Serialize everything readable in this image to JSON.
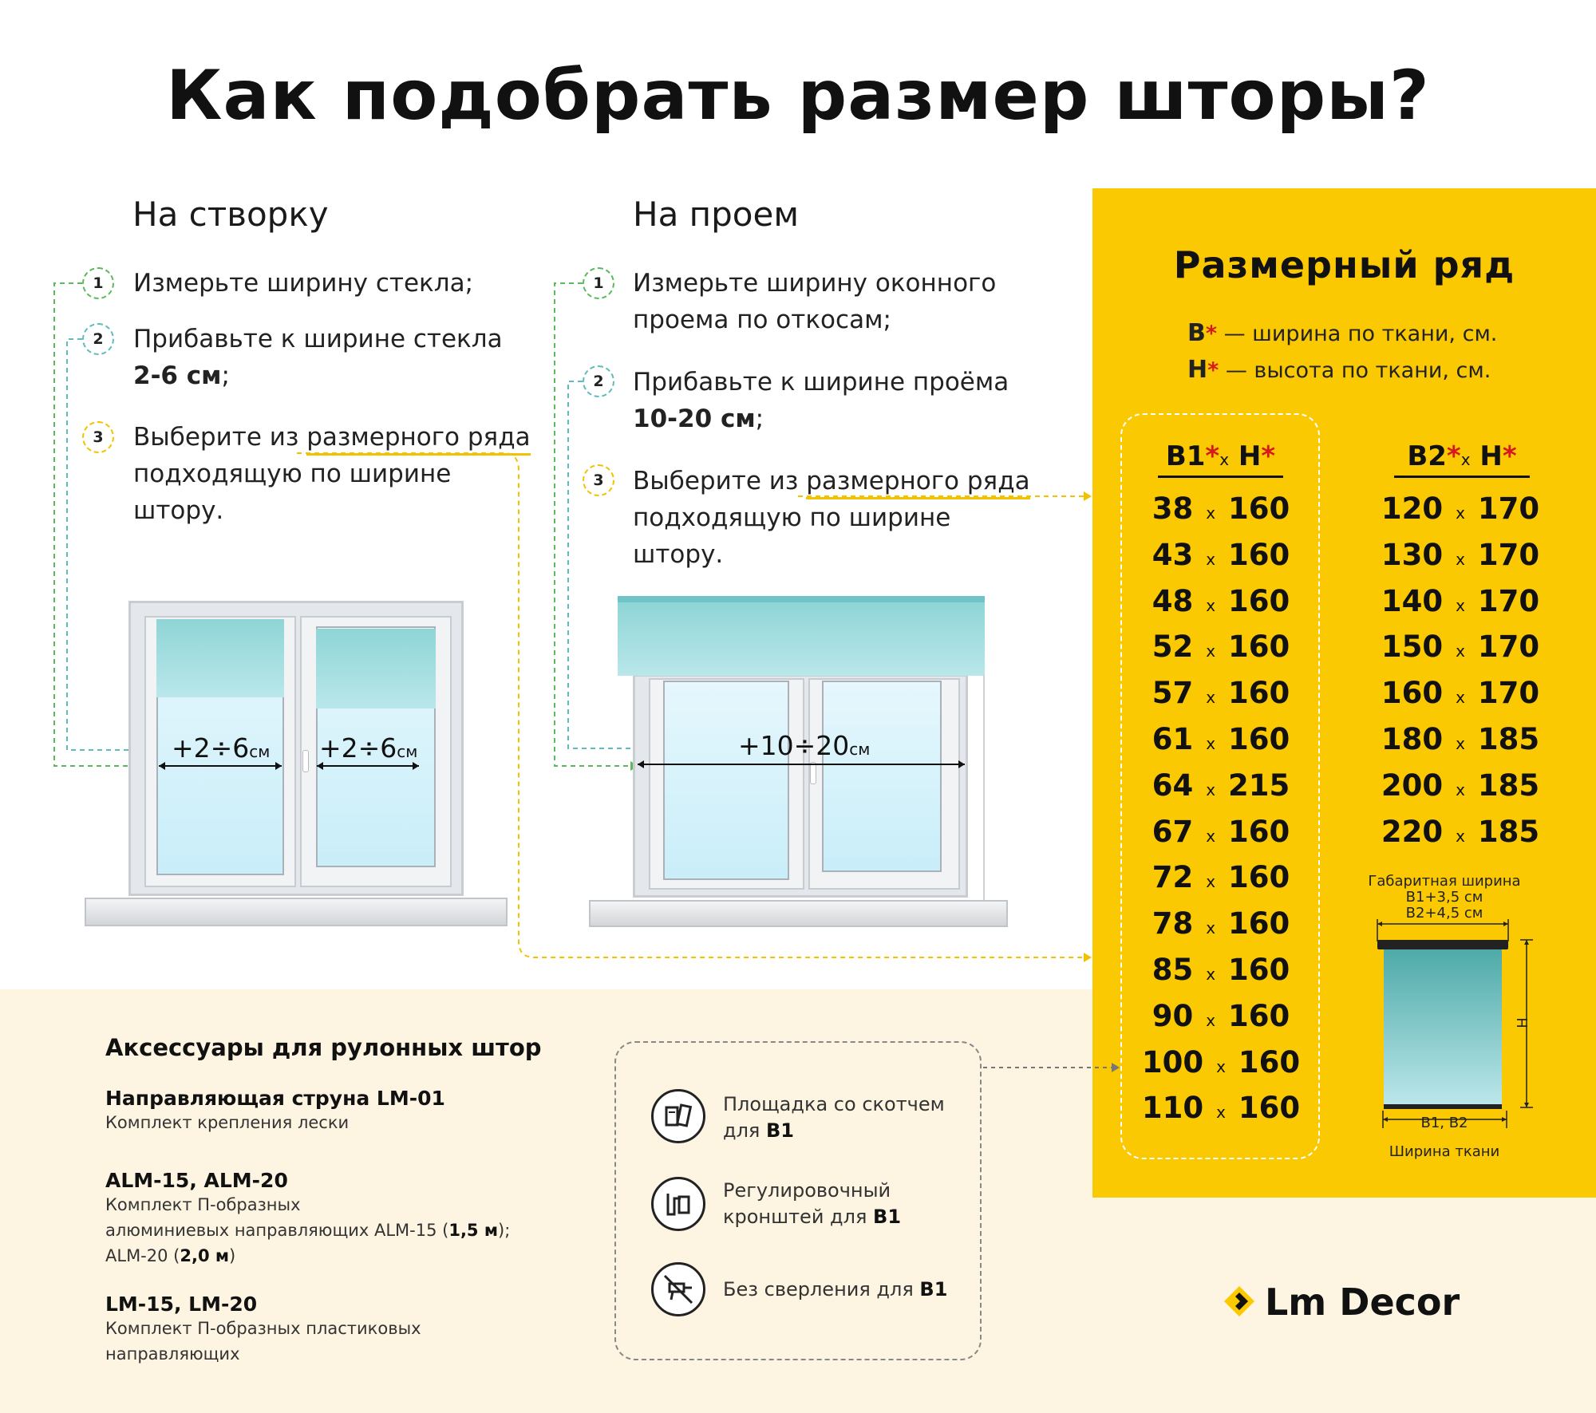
{
  "title": "Как подобрать размер шторы?",
  "sash": {
    "title": "На створку",
    "steps": [
      {
        "num": "1",
        "text": "Измерьте ширину стекла;"
      },
      {
        "num": "2",
        "text_line1": "Прибавьте к ширине стекла",
        "bold": "2-6 см",
        "tail": ";"
      },
      {
        "num": "3",
        "text_line1_a": "Выберите из ",
        "text_line1_b": "размерного ряда",
        "text_line2": "подходящую по ширине",
        "text_line3": "штору."
      }
    ],
    "measure_left": "+2÷6",
    "measure_right": "+2÷6",
    "unit": "см"
  },
  "opening": {
    "title": "На проем",
    "steps": [
      {
        "num": "1",
        "text_line1": "Измерьте ширину оконного",
        "text_line2": "проема по откосам;"
      },
      {
        "num": "2",
        "text_line1": "Прибавьте к ширине проёма",
        "bold": "10-20 см",
        "tail": ";"
      },
      {
        "num": "3",
        "text_line1_a": "Выберите из ",
        "text_line1_b": "размерного ряда",
        "text_line2": "подходящую по ширине",
        "text_line3": "штору."
      }
    ],
    "measure": "+10÷20",
    "unit": "см"
  },
  "size_chart": {
    "title": "Размерный ряд",
    "legend_b_letter": "В",
    "legend_b_text": "— ширина по ткани, см.",
    "legend_h_letter": "Н",
    "legend_h_text": "— высота по ткани, см.",
    "star": "*",
    "x_sign": "x",
    "col1_head_a": "B1",
    "col1_head_b": "H",
    "col2_head_a": "B2",
    "col2_head_b": "H",
    "col1": [
      {
        "w": "38",
        "h": "160"
      },
      {
        "w": "43",
        "h": "160"
      },
      {
        "w": "48",
        "h": "160"
      },
      {
        "w": "52",
        "h": "160"
      },
      {
        "w": "57",
        "h": "160"
      },
      {
        "w": "61",
        "h": "160"
      },
      {
        "w": "64",
        "h": "215"
      },
      {
        "w": "67",
        "h": "160"
      },
      {
        "w": "72",
        "h": "160"
      },
      {
        "w": "78",
        "h": "160"
      },
      {
        "w": "85",
        "h": "160"
      },
      {
        "w": "90",
        "h": "160"
      },
      {
        "w": "100",
        "h": "160"
      },
      {
        "w": "110",
        "h": "160"
      }
    ],
    "col2": [
      {
        "w": "120",
        "h": "170"
      },
      {
        "w": "130",
        "h": "170"
      },
      {
        "w": "140",
        "h": "170"
      },
      {
        "w": "150",
        "h": "170"
      },
      {
        "w": "160",
        "h": "170"
      },
      {
        "w": "180",
        "h": "185"
      },
      {
        "w": "200",
        "h": "185"
      },
      {
        "w": "220",
        "h": "185"
      }
    ],
    "diagram": {
      "label_overall": "Габаритная ширина",
      "label_b1": "В1+3,5 см",
      "label_b2": "В2+4,5 см",
      "label_h": "Н",
      "label_bottom": "В1, В2",
      "label_fabric": "Ширина ткани"
    }
  },
  "accessories": {
    "title": "Аксессуары для рулонных штор",
    "items": [
      {
        "name": "Направляющая струна LM-01",
        "line1": "Комплект крепления лески"
      },
      {
        "name": "ALM-15, ALM-20",
        "line1": "Комплект П-образных",
        "line2_a": "алюминиевых направляющих ALM-15 (",
        "line2_b": "1,5 м",
        "line2_c": ");",
        "line3_a": "ALM-20 (",
        "line3_b": "2,0 м",
        "line3_c": ")"
      },
      {
        "name": "LM-15, LM-20",
        "line1": "Комплект П-образных пластиковых",
        "line2": "направляющих"
      }
    ]
  },
  "features": [
    {
      "icon": "tape-pad-icon",
      "line1": "Площадка со скотчем",
      "line2": "для ",
      "bold": "В1"
    },
    {
      "icon": "bracket-icon",
      "line1": "Регулировочный",
      "line2": "кронштей для ",
      "bold": "В1"
    },
    {
      "icon": "no-drill-icon",
      "line1": "Без сверления для ",
      "bold": "В1"
    }
  ],
  "brand": "Lm Decor",
  "colors": {
    "yellow": "#fbc902",
    "cream": "#fdf5e1",
    "blind": "#a6dfe1",
    "green": "#5cb85c",
    "teal": "#5fbcbc",
    "accent_red": "#d6181f"
  }
}
